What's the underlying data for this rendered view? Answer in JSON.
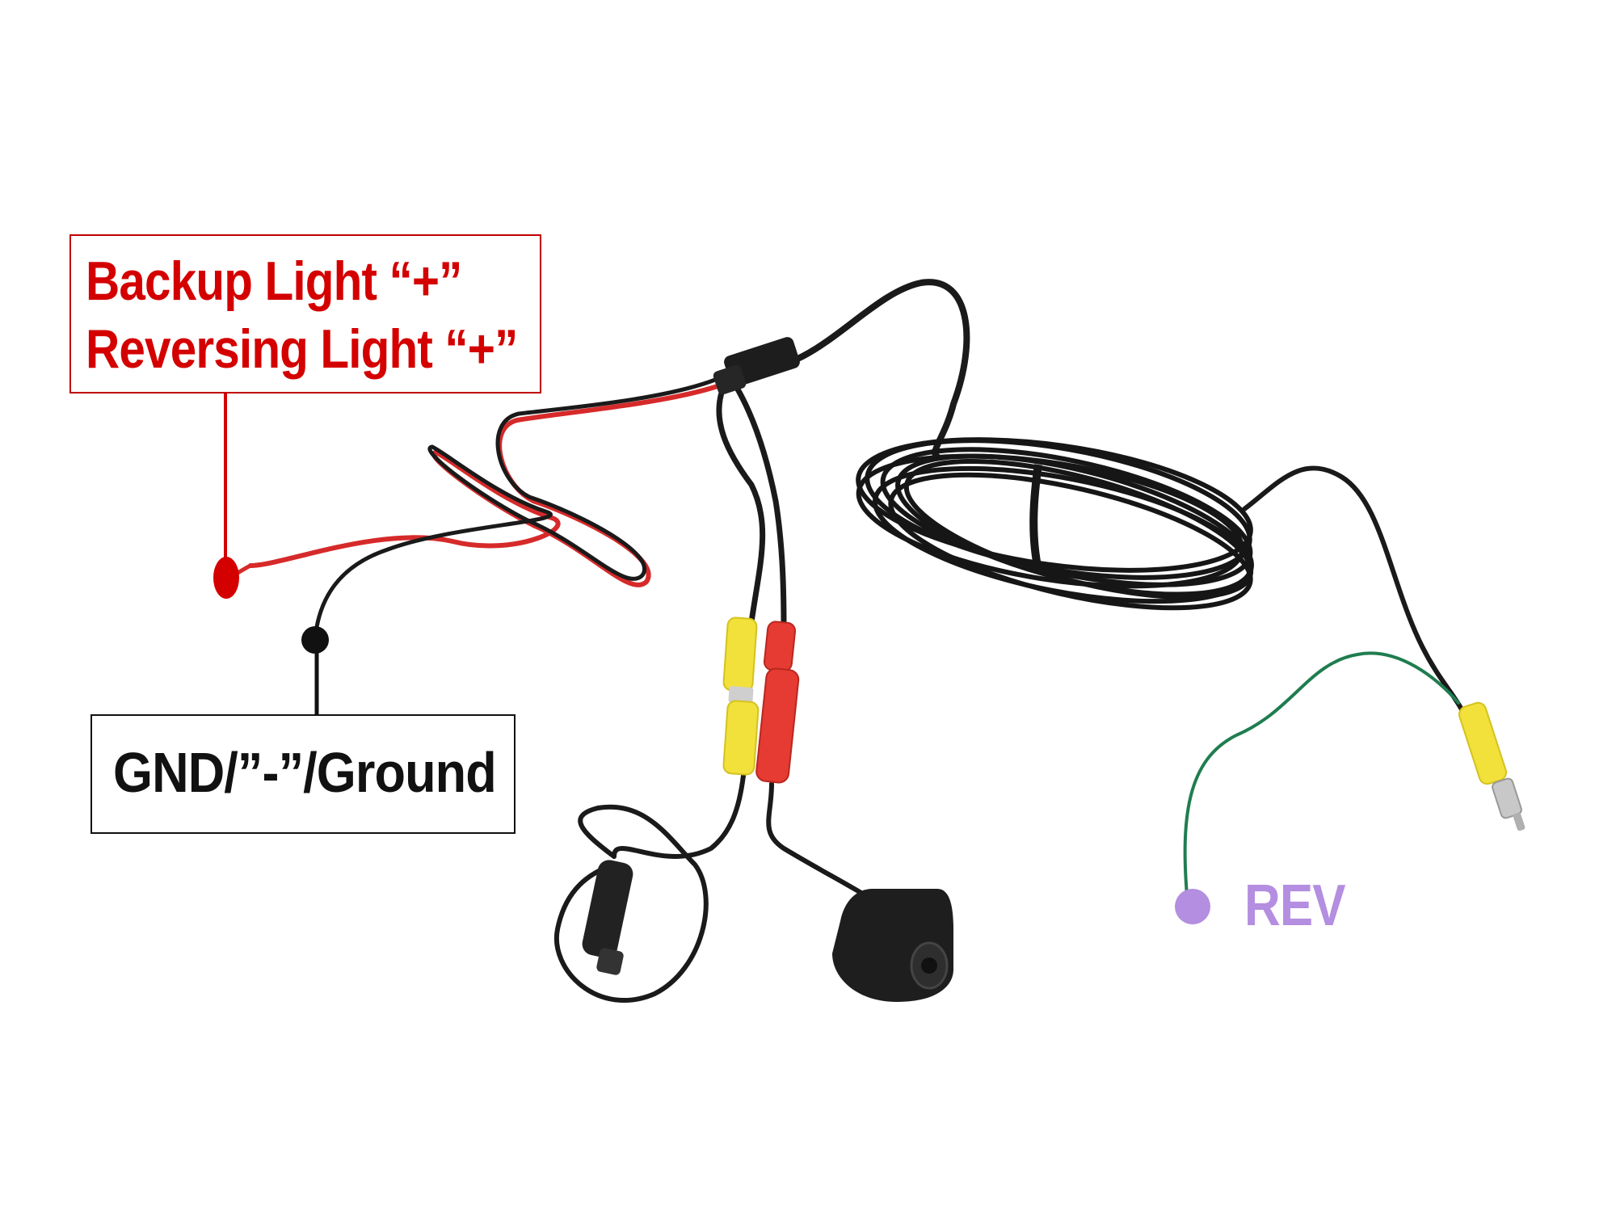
{
  "labels": {
    "backup_light": "Backup Light “+”",
    "reversing_light": "Reversing Light “+”",
    "ground": "GND/”-”/Ground",
    "rev": "REV"
  },
  "colors": {
    "positive_red": "#d40000",
    "ground_black": "#111111",
    "rev_purple": "#b48ee0",
    "cable_black": "#1a1a1a",
    "rca_yellow": "#f2e13a",
    "rca_red": "#e63b32",
    "rev_wire_green": "#1f7d4f"
  },
  "components": {
    "camera": "camera-icon",
    "splitter": "cable-splitter-icon",
    "coiled_cable": "cable-coil-icon",
    "rca_yellow_video": "rca-connector-yellow-icon",
    "rca_red_power": "rca-connector-red-icon",
    "rca_male_end": "rca-plug-icon"
  }
}
